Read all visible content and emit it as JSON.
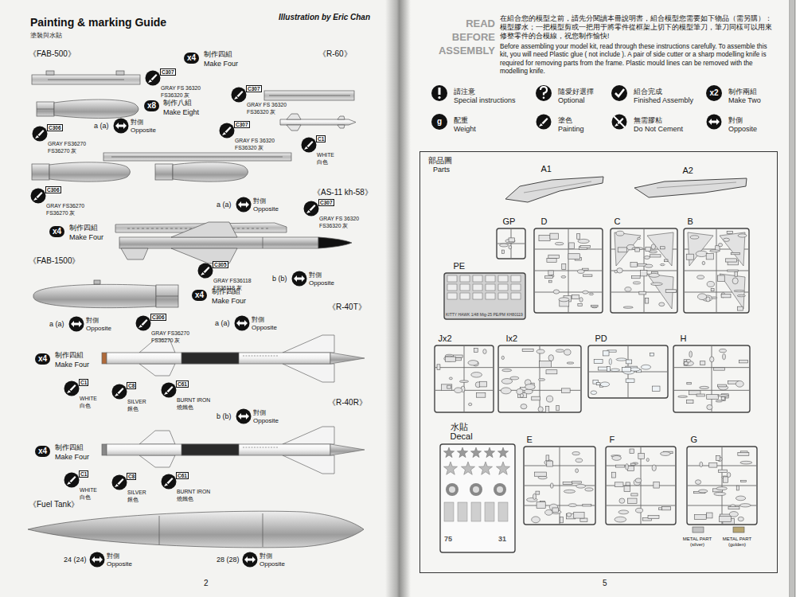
{
  "diagram": {
    "title": "Painting & marking Guide",
    "nodes": [
      {
        "text": [
          "部品圖",
          "Parts"
        ]
      },
      {
        "text": [
          "A1"
        ],
        "in": 0
      },
      {
        "text": [
          "A2"
        ],
        "in": 0
      },
      {
        "text": [
          "GP"
        ],
        "in": 0
      },
      {
        "text": [
          "D"
        ],
        "in": 0
      },
      {
        "text": [
          "C"
        ],
        "in": 0
      },
      {
        "text": [
          "B"
        ],
        "in": 0
      },
      {
        "text": [
          "PE"
        ],
        "in": 0
      },
      {
        "text": [
          "Jx2"
        ],
        "in": 0
      },
      {
        "text": [
          "Ix2"
        ],
        "in": 0
      },
      {
        "text": [
          "PD"
        ],
        "in": 0
      },
      {
        "text": [
          "H"
        ],
        "in": 0
      },
      {
        "text": [
          "水貼",
          "Decal"
        ],
        "in": 0
      },
      {
        "text": [
          "E"
        ],
        "in": 0
      },
      {
        "text": [
          "F"
        ],
        "in": 0
      },
      {
        "text": [
          "G"
        ],
        "in": 0
      }
    ],
    "labels": [
      "塗裝與水貼",
      "Illustration by Eric Chan",
      "《FAB-500》",
      "C307",
      "GRAY FS 36320",
      "FS36320 灰",
      "x8",
      "制作八組",
      "Make Eight",
      "a (a)",
      "對側",
      "Opposite",
      "C306",
      "GRAY FS36270",
      "FS36270 灰",
      "x4",
      "制作四組",
      "Make Four",
      "《R-60》",
      "C307",
      "GRAY FS 36320",
      "FS36320 灰",
      "C1",
      "WHITE",
      "白色",
      "C307",
      "GRAY FS 36320",
      "FS36320 灰",
      "C306",
      "GRAY FS36270",
      "FS36270 灰",
      "《AS-11 kh-58》",
      "a (a)",
      "對側",
      "Opposite",
      "C307",
      "GRAY FS 36320",
      "FS36320 灰",
      "x4",
      "制作四組",
      "Make Four",
      "C305",
      "GRAY FS36118",
      "FS36118 灰",
      "b (b)",
      "對側",
      "Opposite",
      "《FAB-1500》",
      "x4",
      "制作四組",
      "Make Four",
      "a (a)",
      "對側",
      "Opposite",
      "C306",
      "GRAY FS36270",
      "FS36270 灰",
      "《R-40T》",
      "a (a)",
      "對側",
      "Opposite",
      "x4",
      "制作四組",
      "Make Four",
      "C1",
      "WHITE",
      "白色",
      "C8",
      "SILVER",
      "銀色",
      "C61",
      "BURNT IRON",
      "燒鐵色",
      "《R-40R》",
      "b (b)",
      "對側",
      "Opposite",
      "x4",
      "制作四組",
      "Make Four",
      "C1",
      "WHITE",
      "白色",
      "C8",
      "SILVER",
      "銀色",
      "C61",
      "BURNT IRON",
      "燒鐵色",
      "《Fuel Tank》",
      "24 (24)",
      "對側",
      "Opposite",
      "28 (28)",
      "對側",
      "Opposite",
      "2",
      "READ BEFORE ASSEMBLY",
      "在組合您的模型之前，請先分閱讀本冊說明書，組合模型您需要如下物品（需另購）：模型膠水；一把模型剪或一把用于將零件從框架上切下的模型筆刀，筆刀同樣可以用來修整零件的合模線，祝您制作愉快!",
      "Before assembling your model kit, read through these instructions carefully. To assemble this kit, you will need Plastic glue ( not include ). A pair of side cutter or a sharp modelling knife is required for removing parts from the frame. Plastic mould lines can be removed with the modelling knife.",
      "請注意",
      "Special instructions",
      "隨愛好選擇",
      "Optional",
      "組合完成",
      "Finished Assembly",
      "x2",
      "制作兩組",
      "Make Two",
      "g",
      "配重",
      "Weight",
      "塗色",
      "Painting",
      "無需膠粘",
      "Do Not Cement",
      "對側",
      "Opposite",
      "METAL PART (silver)",
      "METAL PART (golden)",
      "KITTY HAWK 1/48 Mig-25 PE/PM KH80119",
      "75",
      "31",
      "5"
    ]
  }
}
